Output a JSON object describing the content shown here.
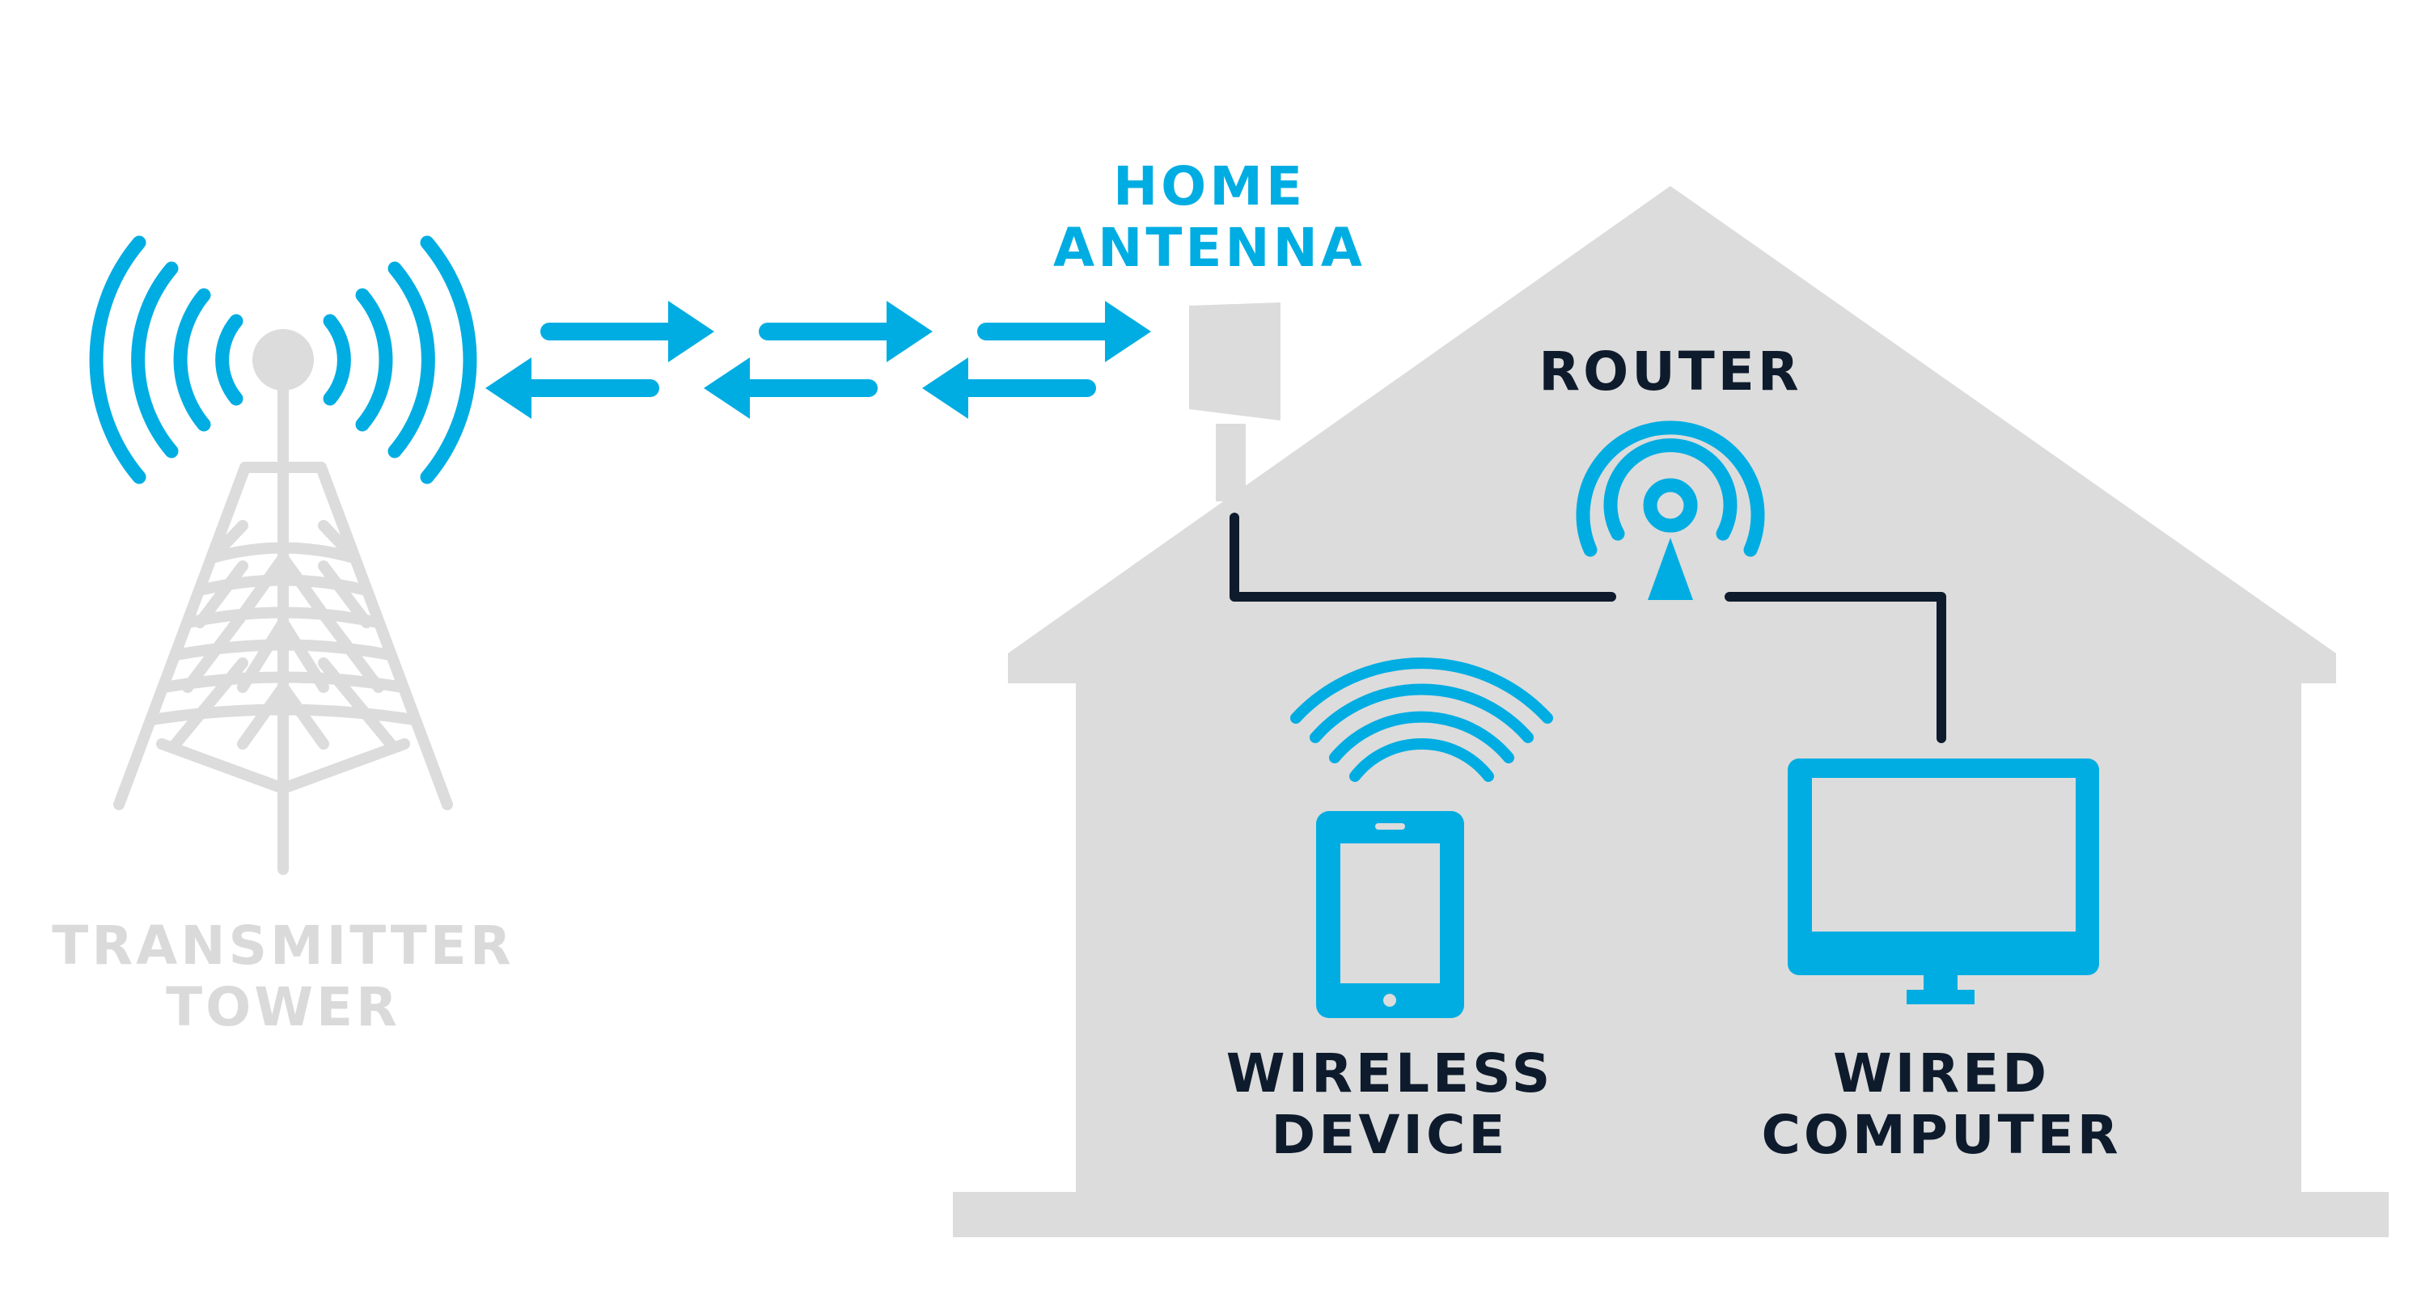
{
  "labels": {
    "transmitter_tower": [
      "TRANSMITTER",
      "TOWER"
    ],
    "home_antenna": [
      "HOME",
      "ANTENNA"
    ],
    "router": "ROUTER",
    "wireless_device": [
      "WIRELESS",
      "DEVICE"
    ],
    "wired_computer": [
      "WIRED",
      "COMPUTER"
    ]
  },
  "colors": {
    "accent_blue": "#00ade2",
    "dark_navy": "#0e1b2c",
    "light_gray": "#dcdcdc",
    "label_gray": "#dadada"
  },
  "icons": {
    "tower": "transmitter-tower-icon",
    "antenna": "home-antenna-icon",
    "router": "router-icon",
    "tablet": "tablet-icon",
    "wifi": "wifi-icon",
    "monitor": "monitor-icon"
  }
}
